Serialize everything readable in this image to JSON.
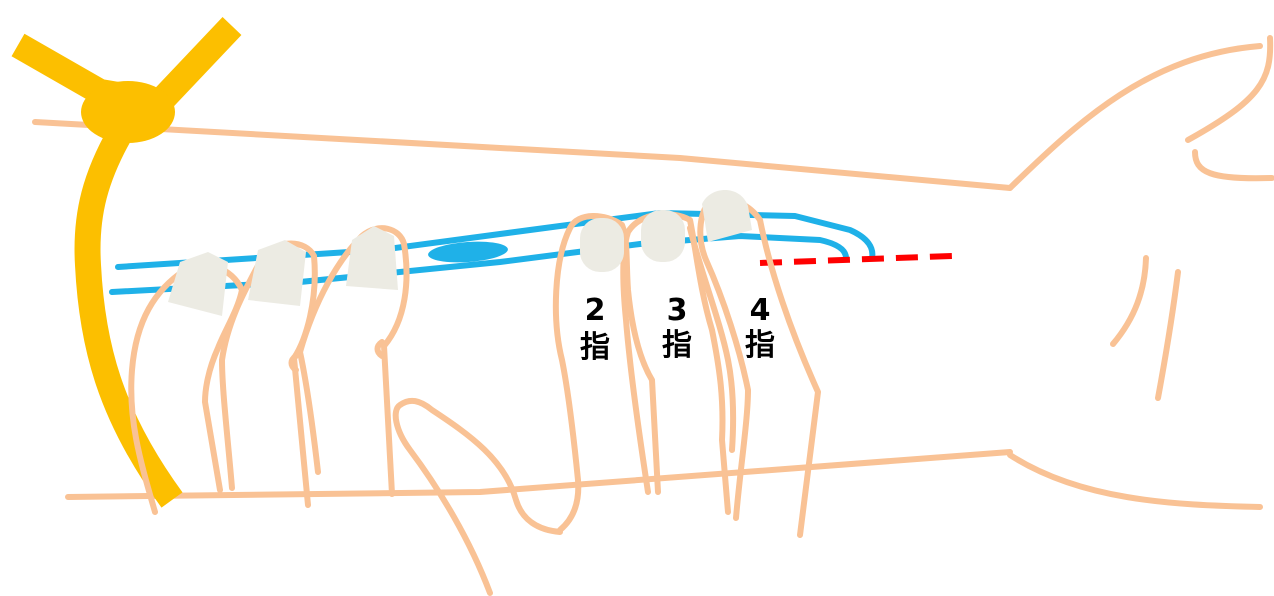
{
  "labels": {
    "finger2": {
      "number": "2",
      "kanji": "指"
    },
    "finger3": {
      "number": "3",
      "kanji": "指"
    },
    "finger4": {
      "number": "4",
      "kanji": "指"
    }
  },
  "colors": {
    "skin_outline": "#f9c295",
    "nail": "#ecebe3",
    "tube": "#1fb1e8",
    "tourniquet": "#fcbf00",
    "insertion_line": "#ff0000",
    "label_text": "#000000"
  }
}
